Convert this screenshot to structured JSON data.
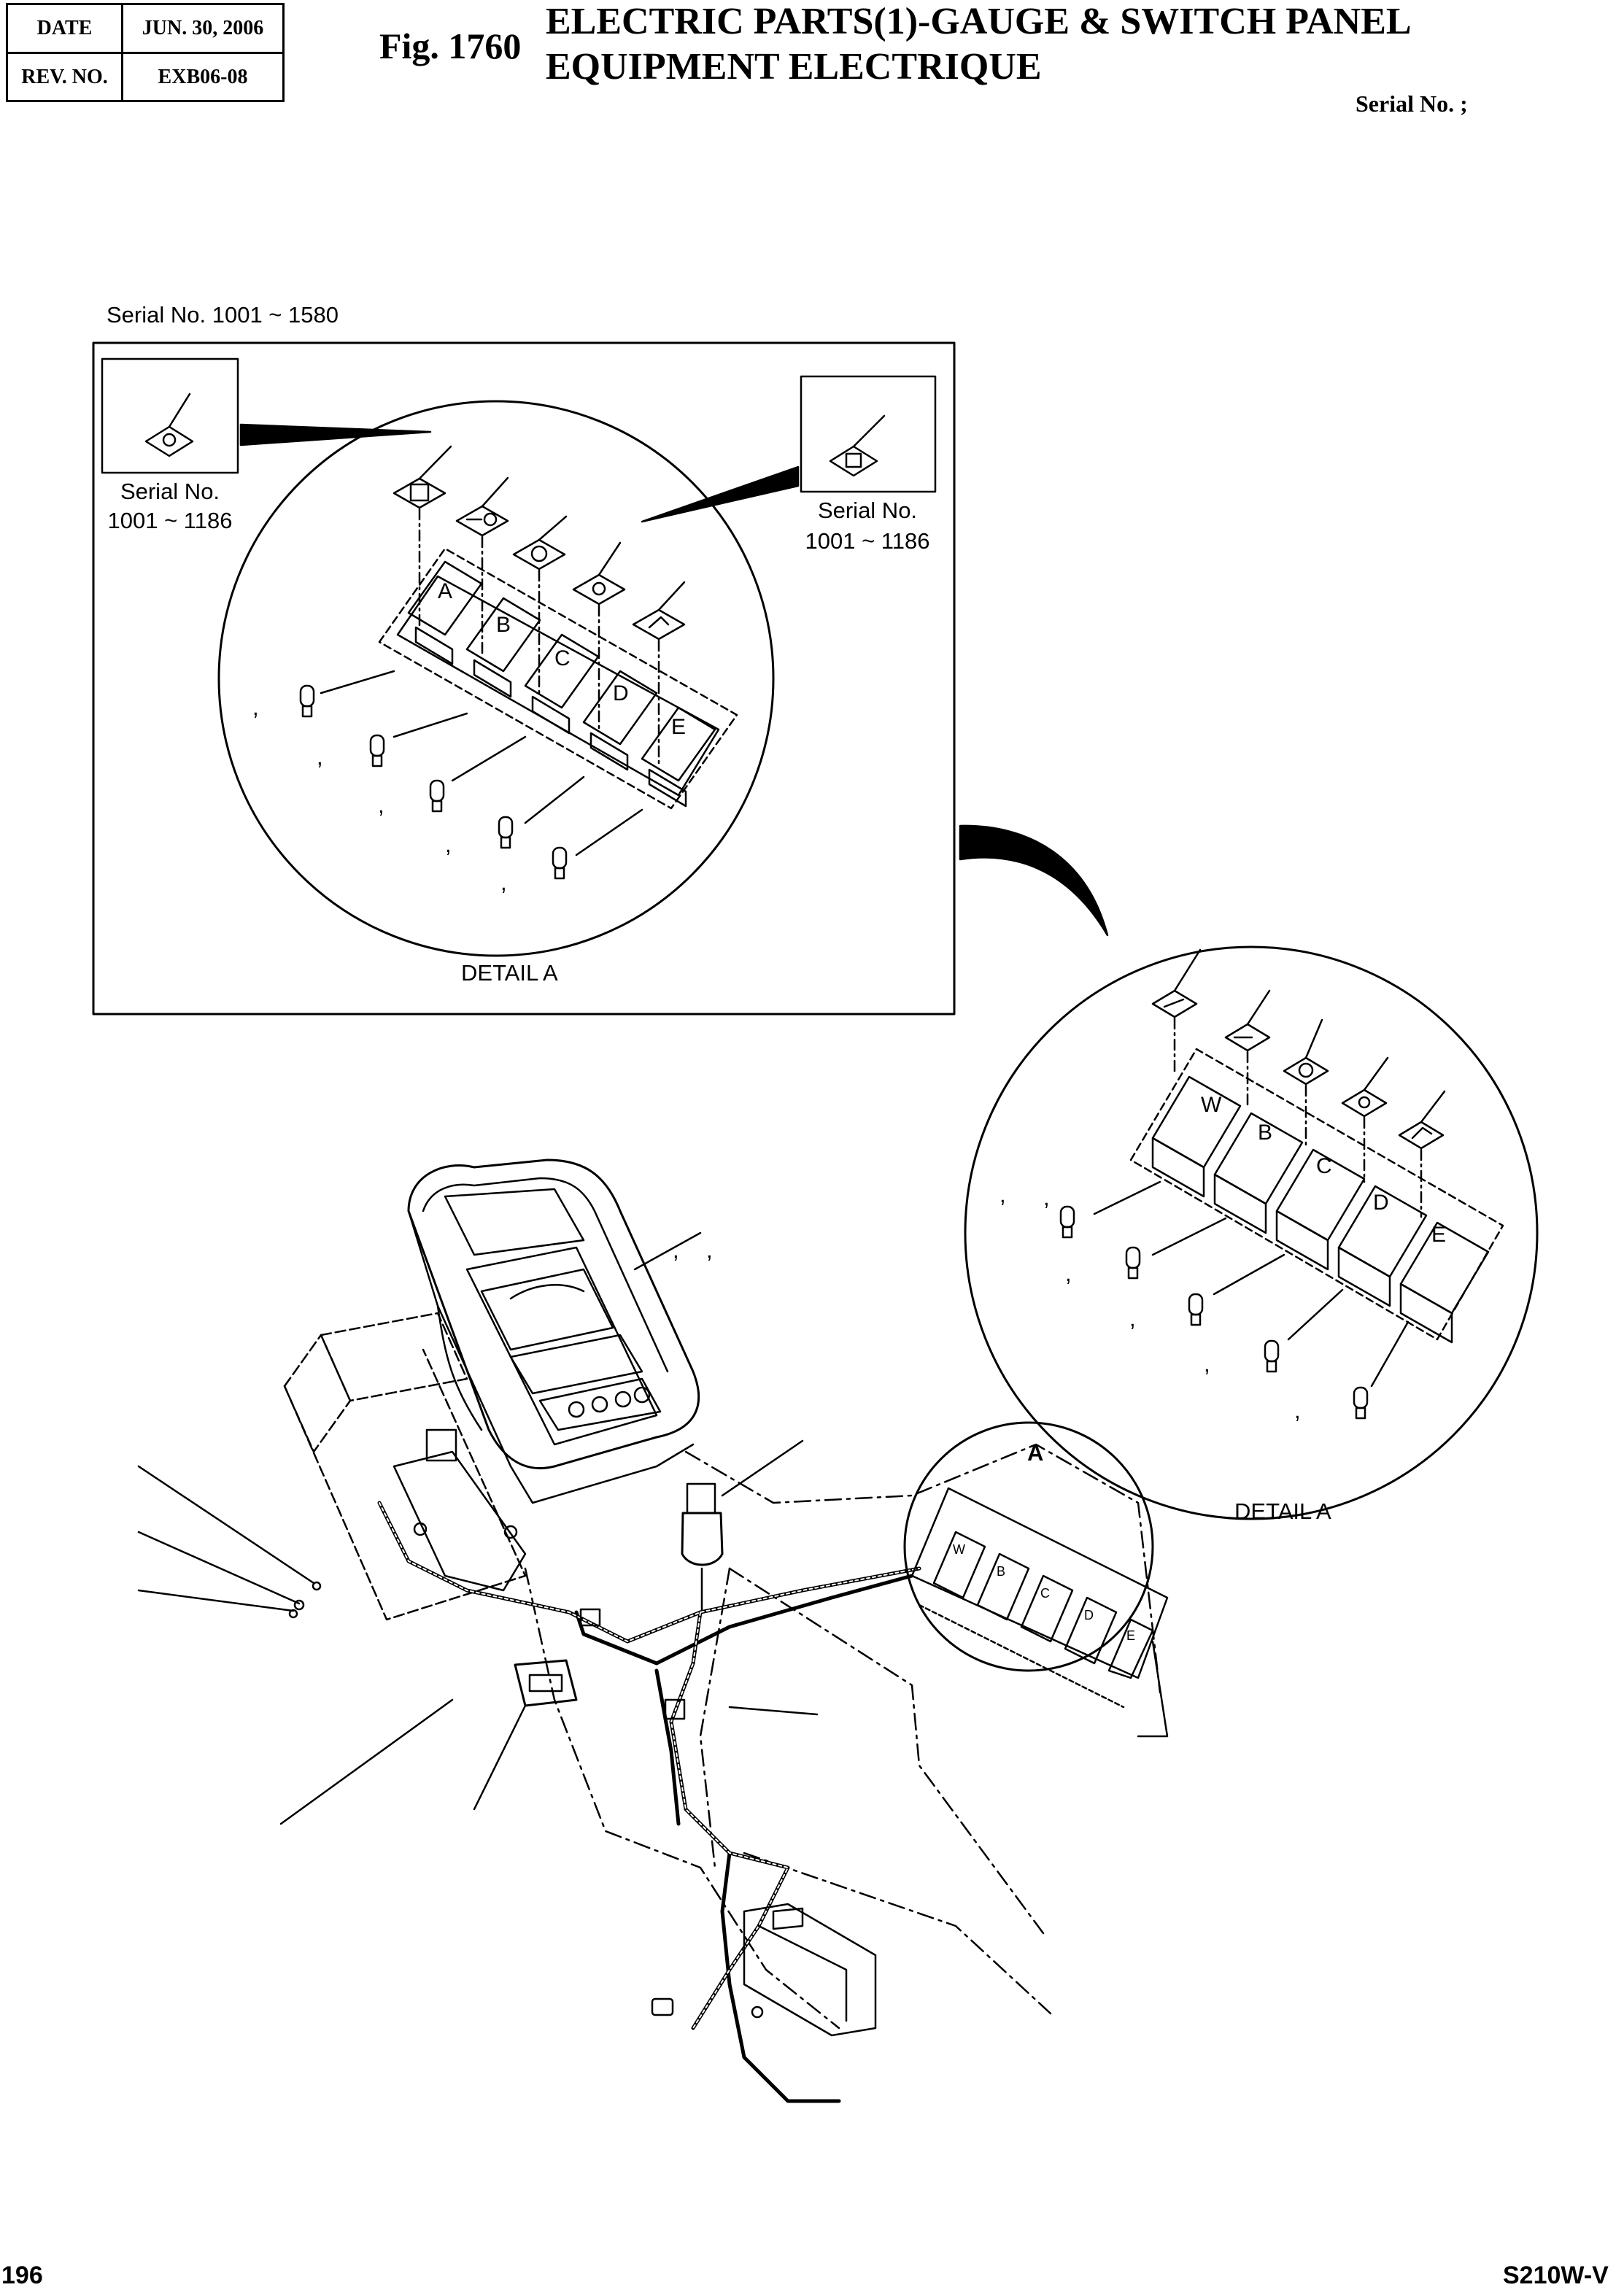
{
  "header": {
    "date_label": "DATE",
    "date_value": "JUN. 30, 2006",
    "rev_label": "REV. NO.",
    "rev_value": "EXB06-08",
    "fig_label": "Fig. 1760",
    "title_line1": "ELECTRIC PARTS(1)-GAUGE & SWITCH PANEL",
    "title_line2": "EQUIPMENT ELECTRIQUE",
    "serial": "Serial No. ;"
  },
  "detail_a_top": {
    "serial_range": "Serial No. 1001 ~ 1580",
    "inset_left_label_1": "Serial No.",
    "inset_left_label_2": "1001 ~ 1186",
    "inset_right_label_1": "Serial No.",
    "inset_right_label_2": "1001 ~ 1186",
    "switch_letters": [
      "A",
      "B",
      "C",
      "D",
      "E"
    ],
    "caption": "DETAIL  A",
    "commas": [
      ",",
      ",",
      ",",
      ",",
      ","
    ]
  },
  "detail_a_right": {
    "switch_letters": [
      "W",
      "B",
      "C",
      "D",
      "E"
    ],
    "caption": "DETAIL  A",
    "commas": [
      ",",
      ",",
      ",",
      ",",
      ",",
      ","
    ]
  },
  "main_view": {
    "callout_a": "A",
    "commas": [
      ",",
      ","
    ],
    "mini_switch_letters": [
      "W",
      "B",
      "C",
      "D",
      "E"
    ]
  },
  "footer": {
    "page_number": "196",
    "model": "S210W-V"
  }
}
